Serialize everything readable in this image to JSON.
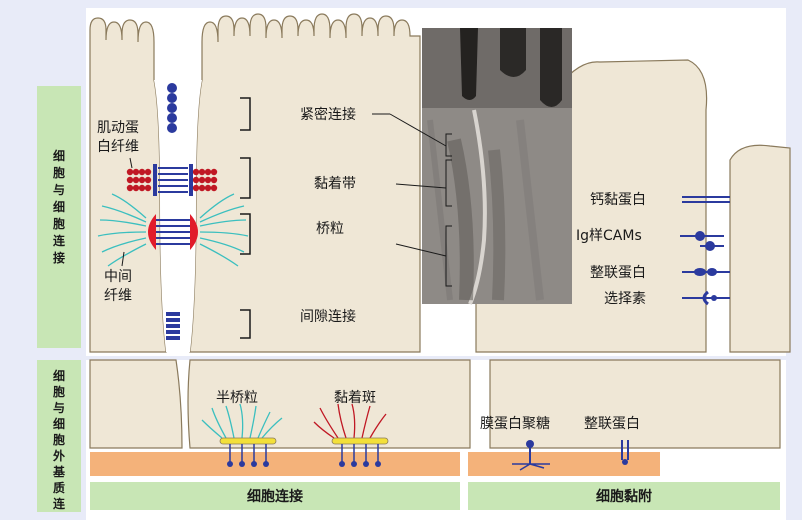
{
  "side_labels": {
    "cell_cell": [
      "细",
      "胞",
      "与",
      "细",
      "胞",
      "连",
      "接"
    ],
    "cell_matrix": [
      "细",
      "胞",
      "与",
      "细",
      "胞",
      "外",
      "基",
      "质",
      "连"
    ]
  },
  "left_labels": {
    "actin_line1": "肌动蛋",
    "actin_line2": "白纤维",
    "intermediate_line1": "中间",
    "intermediate_line2": "纤维"
  },
  "junction_labels": {
    "tight": "紧密连接",
    "adherens": "黏着带",
    "desmosome": "桥粒",
    "gap": "间隙连接"
  },
  "adhesion_molecules": {
    "cadherin": "钙黏蛋白",
    "igcam": "Ig样CAMs",
    "integrin": "整联蛋白",
    "selectin": "选择素"
  },
  "matrix_labels": {
    "hemidesmosome": "半桥粒",
    "focal_adhesion": "黏着斑",
    "proteoglycan": "膜蛋白聚糖",
    "integrin": "整联蛋白"
  },
  "bottom_bars": {
    "left": "细胞连接",
    "right": "细胞黏附"
  },
  "colors": {
    "cell_fill": "#efe7d6",
    "cell_outline": "#8a7a5c",
    "side_label_bg": "#c8e6b5",
    "matrix_orange": "#f4b27a",
    "blue_protein": "#2b3a9e",
    "red_protein": "#e11b2a",
    "cyan_fiber": "#3bbfbf",
    "yellow_plaque": "#f3e03a"
  }
}
